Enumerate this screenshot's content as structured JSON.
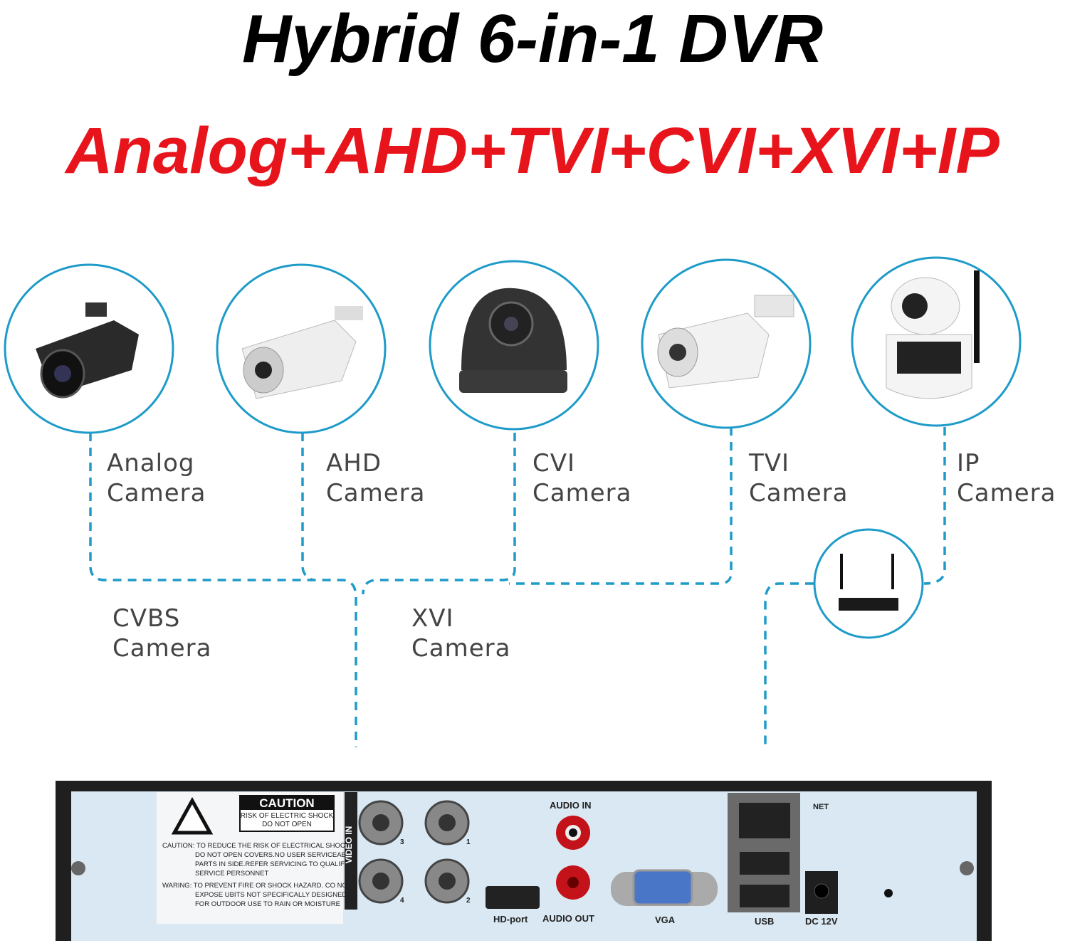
{
  "title": "Hybrid 6-in-1 DVR",
  "subtitle": "Analog+AHD+TVI+CVI+XVI+IP",
  "cameras": [
    {
      "line1": "Analog",
      "line2": "Camera",
      "icon": "bullet-camera-black"
    },
    {
      "line1": "AHD",
      "line2": "Camera",
      "icon": "bullet-camera-white"
    },
    {
      "line1": "CVI",
      "line2": "Camera",
      "icon": "dome-camera-black"
    },
    {
      "line1": "TVI",
      "line2": "Camera",
      "icon": "bullet-camera-white"
    },
    {
      "line1": "IP",
      "line2": "Camera",
      "icon": "pan-tilt-camera"
    }
  ],
  "groups": [
    {
      "line1": "CVBS",
      "line2": "Camera"
    },
    {
      "line1": "XVI",
      "line2": "Camera"
    }
  ],
  "colors": {
    "line": "#1e9bc8",
    "title": "#000000",
    "subtitle": "#e8141c"
  },
  "dvr": {
    "caution_title": "CAUTION",
    "caution_sub1": "RISK OF ELECTRIC SHOCK",
    "caution_sub2": "DO NOT OPEN",
    "caution_text": [
      "CAUTION: TO REDUCE THE RISK OF ELECTRICAL SHOCK",
      "DO NOT OPEN COVERS.NO USER SERVICEABLE",
      "PARTS IN SIDE.REFER SERVICING TO QUALIFIED",
      "SERVICE PERSONNET"
    ],
    "warning_text": [
      "WARING: TO PREVENT FIRE OR SHOCK HAZARD. CO NOT",
      "EXPOSE UBITS NOT SPECIFICALLY DESIGNED",
      "FOR OUTDOOR USE TO RAIN OR MOISTURE"
    ],
    "video_in": "VIDEO IN",
    "bnc": [
      "3",
      "1",
      "4",
      "2"
    ],
    "audio_in": "AUDIO IN",
    "audio_out": "AUDIO OUT",
    "hd_port": "HD-port",
    "vga": "VGA",
    "usb": "USB",
    "net": "NET",
    "dc": "DC 12V"
  }
}
